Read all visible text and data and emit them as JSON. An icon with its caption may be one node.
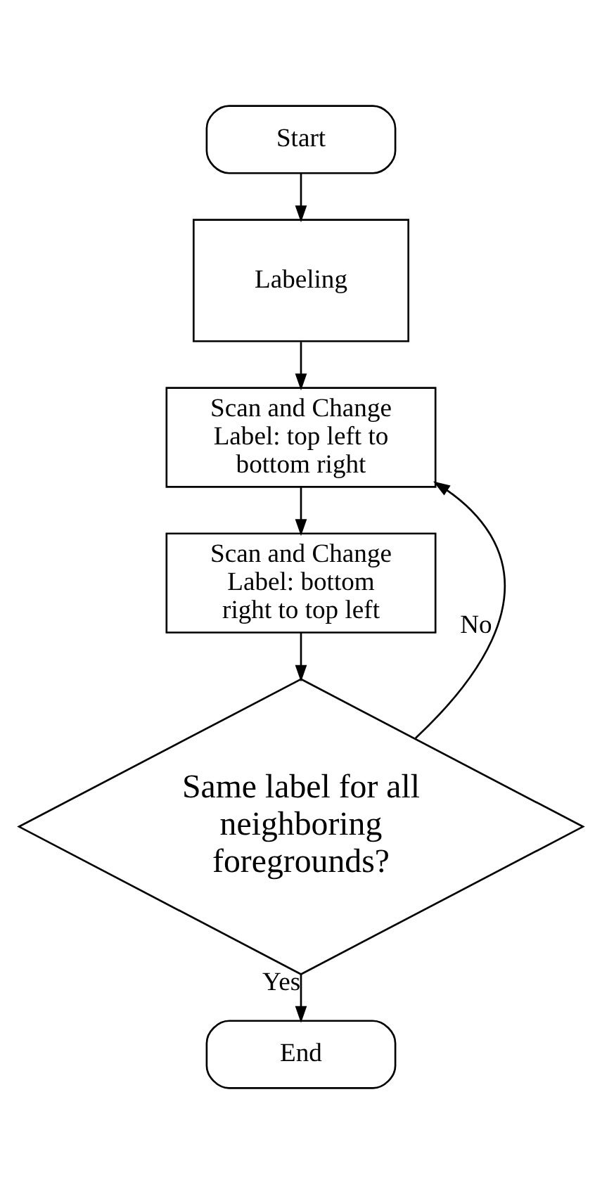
{
  "diagram": {
    "nodes": [
      {
        "text": [
          "Start"
        ]
      },
      {
        "text": [
          "Labeling"
        ]
      },
      {
        "text": [
          "Scan and Change Label: top left to bottom right"
        ]
      },
      {
        "text": [
          "Scan and Change Label: bottom right to top left"
        ]
      },
      {
        "text": [
          "Same label for all neighboring foregrounds?"
        ]
      },
      {
        "text": [
          "End"
        ]
      }
    ],
    "edges": [
      {
        "from": 0,
        "to": 1,
        "arrow": "to"
      },
      {
        "from": 1,
        "to": 2,
        "arrow": "to"
      },
      {
        "from": 2,
        "to": 3,
        "arrow": "to"
      },
      {
        "from": 3,
        "to": 4,
        "arrow": "to"
      },
      {
        "from": 4,
        "to": 2,
        "arrow": "to",
        "label": "No"
      },
      {
        "from": 4,
        "to": 5,
        "arrow": "to",
        "label": "Yes"
      }
    ]
  }
}
